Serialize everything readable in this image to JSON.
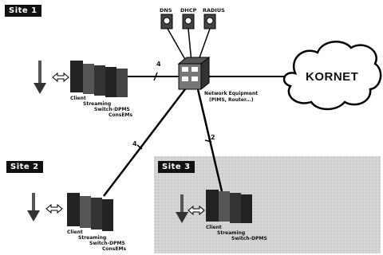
{
  "sites": {
    "site1": "Site 1",
    "site2": "Site 2",
    "site3": "Site 3"
  },
  "services": [
    "DNS",
    "DHCP",
    "RADIUS"
  ],
  "cloud_label": "KORNET",
  "network_equipment": {
    "line1": "Network Equipment",
    "line2": "(PIMS, Router...)"
  },
  "link_labels": {
    "site1_link": "4",
    "site2_link": "4",
    "site3_link": "2"
  },
  "server_labels": {
    "client": "Client",
    "streaming": "Streaming",
    "switch": "Switch-DPMS",
    "emos": "ConsEMs"
  },
  "icons": [
    "user-arrow-icon",
    "bidirectional-arrow-icon",
    "server-rack-icon",
    "router-switch-icon",
    "service-server-icon",
    "cloud-icon"
  ]
}
